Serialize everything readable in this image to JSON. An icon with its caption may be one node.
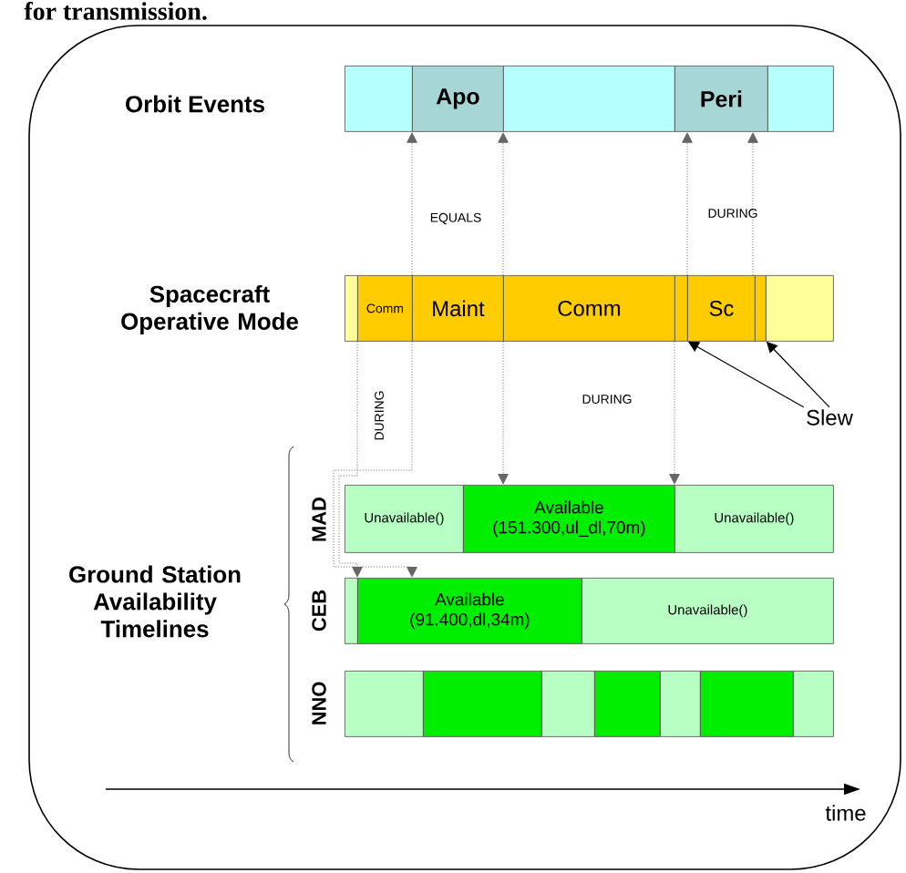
{
  "diagram": {
    "nodes": [
      {
        "text": [],
        "shape": "box"
      },
      {
        "text": [
          "Apo"
        ]
      },
      {
        "text": [],
        "shape": "box"
      },
      {
        "text": [
          "Peri"
        ]
      },
      {
        "text": [],
        "shape": "box"
      },
      {
        "text": [],
        "shape": "box"
      },
      {
        "text": [
          "Comm"
        ]
      },
      {
        "text": [
          "Maint"
        ]
      },
      {
        "text": [
          "Comm"
        ]
      },
      {
        "text": [],
        "shape": "box"
      },
      {
        "text": [
          "Sc"
        ]
      },
      {
        "text": [],
        "shape": "box"
      },
      {
        "text": [],
        "shape": "box"
      },
      {
        "text": [
          "Slew"
        ]
      },
      {
        "text": [
          "Unavailable()"
        ]
      },
      {
        "text": [
          "Available (151.300,ul_dl,70m)"
        ]
      },
      {
        "text": [
          "Unavailable()"
        ]
      },
      {
        "text": [],
        "shape": "box"
      },
      {
        "text": [
          "Available (91.400,dl,34m)"
        ]
      },
      {
        "text": [
          "Unavailable()"
        ]
      },
      {
        "text": [],
        "shape": "box"
      },
      {
        "text": [],
        "shape": "box"
      },
      {
        "text": [],
        "shape": "box"
      },
      {
        "text": [],
        "shape": "box"
      },
      {
        "text": [],
        "shape": "box"
      },
      {
        "text": [],
        "shape": "box"
      },
      {
        "text": [],
        "shape": "box"
      }
    ],
    "edges": [
      {
        "from": 7,
        "to": 1,
        "arrow": "to",
        "style": "dashed"
      },
      {
        "from": 7,
        "to": 1,
        "arrow": "to",
        "style": "dashed"
      },
      {
        "from": 10,
        "to": 3,
        "arrow": "to",
        "style": "dashed"
      },
      {
        "from": 10,
        "to": 3,
        "arrow": "to",
        "style": "dashed"
      },
      {
        "from": 6,
        "to": 18,
        "arrow": "to",
        "style": "dashed"
      },
      {
        "from": 6,
        "to": 18,
        "arrow": "to",
        "style": "dashed"
      },
      {
        "from": 8,
        "to": 15,
        "arrow": "to",
        "style": "dashed"
      },
      {
        "from": 8,
        "to": 15,
        "arrow": "to",
        "style": "dashed"
      },
      {
        "from": 13,
        "to": 9,
        "arrow": "to",
        "color": "#000000"
      },
      {
        "from": 13,
        "to": 11,
        "arrow": "to",
        "color": "#000000"
      }
    ],
    "labels": [
      "for transmission.",
      "Orbit Events",
      "EQUALS",
      "DURING",
      "Spacecraft Operative Mode",
      "DURING",
      "DURING",
      "Ground Station Availability Timelines",
      "MAD",
      "CEB",
      "NNO",
      "time"
    ]
  }
}
